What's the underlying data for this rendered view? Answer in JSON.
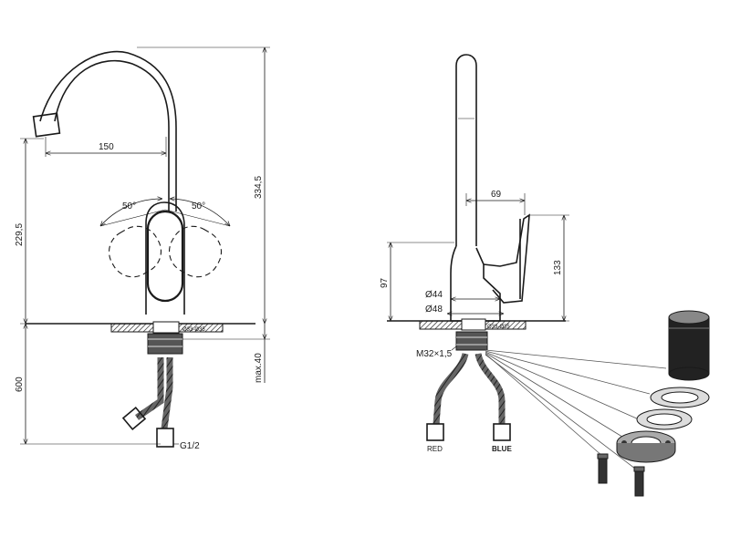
{
  "front_view": {
    "spout_reach": "150",
    "height_overall": "334,5",
    "height_spout": "229,5",
    "angle_left": "50°",
    "angle_right": "50°",
    "deck_thickness": "max.40",
    "hose_length": "600",
    "thread": "G1/2",
    "hole_size": "Ø33-Ø35"
  },
  "side_view": {
    "lever_reach": "69",
    "body_height": "97",
    "lever_height": "133",
    "dia_body": "Ø44",
    "dia_base": "Ø48",
    "mount_thread": "M32×1,5",
    "hole_size": "Ø33-Ø35",
    "hose_red": "RED",
    "hose_blue": "BLUE"
  }
}
